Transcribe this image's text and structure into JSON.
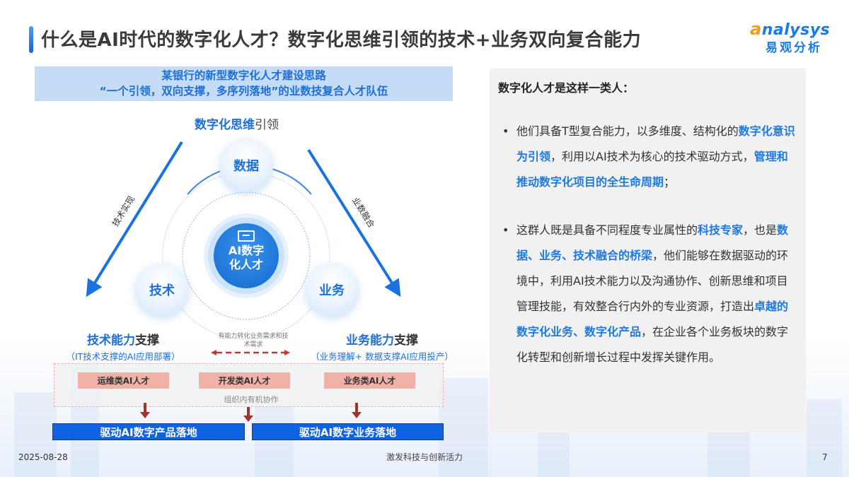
{
  "header": {
    "title": "什么是AI时代的数字化人才？数字化思维引领的技术+业务双向复合能力",
    "logo_en_a": "a",
    "logo_en_rest": "nalysys",
    "logo_cn": "易观分析"
  },
  "diagram": {
    "banner_line1": "某银行的新型数字化人才建设思路",
    "banner_line2": "“一个引领，双向支撑，多序列落地”的业数技复合人才队伍",
    "lead_blue": "数字化思维",
    "lead_gray": "引领",
    "left_arrow_label": "技术实现",
    "right_arrow_label": "业数融合",
    "node_top": "数据",
    "node_left": "技术",
    "node_right": "业务",
    "core_line1": "AI数字",
    "core_line2": "化人才",
    "core_icon": "monitor-chart-icon",
    "left_cap_blue": "技术能力",
    "left_cap_dark": "支撑",
    "left_cap_sub": "（IT技术支撑的AI应用部署）",
    "right_cap_blue": "业务能力",
    "right_cap_dark": "支撑",
    "right_cap_sub": "（业务理解+ 数据支撑AI应用投产）",
    "mid_note": "有能力转化业务需求和技术需求",
    "roles": [
      "运维类AI人才",
      "开发类AI人才",
      "业务类AI人才"
    ],
    "org_note": "组织内有机协作",
    "outcome_left": "驱动AI数字产品落地",
    "outcome_right": "驱动AI数字业务落地",
    "colors": {
      "accent_blue": "#1f6fd6",
      "banner_bg": "#c5dcf7",
      "role_bg": "#f0b1a8",
      "arrow_red": "#a3322a",
      "outcome_bg": "#0f63e0"
    }
  },
  "panel": {
    "heading": "数字化人才是这样一类人：",
    "bullet_symbol": "•",
    "bullet1": {
      "t1": "他们具备T型复合能力，以多维度、结构化的",
      "h1": "数字化意识为引领",
      "t2": "，利用以AI技术为核心的技术驱动方式，",
      "h2": "管理和推动数字化项目的全生命周期",
      "t3": "；"
    },
    "bullet2": {
      "t1": "这群人既是具备不同程度专业属性的",
      "h1": "科技专家",
      "t2": "，也是",
      "h2": "数据、业务、技术融合的桥梁",
      "t3": "，他们能够在数据驱动的环境中，利用AI技术能力以及沟通协作、创新思维和项目管理技能，有效整合行内外的专业资源，打造出",
      "h3": "卓越的数字化业务、数字化产品",
      "t4": "，在企业各个业务板块的数字化转型和创新增长过程中发挥关键作用。"
    }
  },
  "footer": {
    "date": "2025-08-28",
    "slogan": "激发科技与创新活力",
    "page": "7"
  }
}
